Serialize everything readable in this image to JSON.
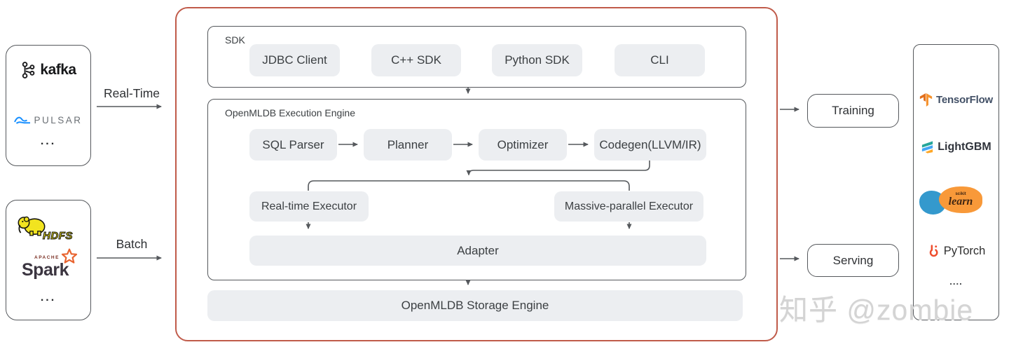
{
  "left": {
    "streaming_box": {
      "kafka_label": "kafka",
      "pulsar_label": "PULSAR",
      "more": "..."
    },
    "realtime_flow_label": "Real-Time",
    "batch_box": {
      "hdfs_label": "HDFS",
      "apache_label": "APACHE",
      "spark_label": "Spark",
      "more": "..."
    },
    "batch_flow_label": "Batch"
  },
  "core": {
    "sdk": {
      "title": "SDK",
      "chips": [
        "JDBC Client",
        "C++ SDK",
        "Python SDK",
        "CLI"
      ]
    },
    "engine": {
      "title": "OpenMLDB Execution Engine",
      "pipeline": [
        "SQL Parser",
        "Planner",
        "Optimizer",
        "Codegen(LLVM/IR)"
      ],
      "executors": [
        "Real-time Executor",
        "Massive-parallel Executor"
      ],
      "adapter_label": "Adapter"
    },
    "storage_label": "OpenMLDB Storage Engine"
  },
  "right": {
    "training_label": "Training",
    "serving_label": "Serving",
    "frameworks": {
      "tensorflow": "TensorFlow",
      "lightgbm": "LightGBM",
      "scikit_prefix": "scikit",
      "scikit_script": "learn",
      "pytorch": "PyTorch",
      "more": "...."
    }
  },
  "watermark": "知乎 @zombie",
  "colors": {
    "accent_red": "#c05b4a",
    "border_gray": "#55585c",
    "chip_bg": "#eceef1",
    "text": "#3c4043",
    "pulsar_blue": "#188fff",
    "hdfs_yellow": "#f2e41f",
    "spark_star_orange": "#e8632f",
    "tensorflow_orange": "#f6932e",
    "tensorflow_text": "#425066",
    "pytorch_orange": "#ee4c2c",
    "sklearn_blue": "#3499cd",
    "sklearn_orange": "#f89939"
  }
}
